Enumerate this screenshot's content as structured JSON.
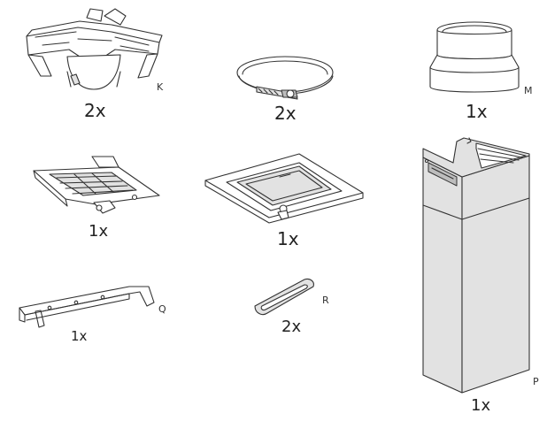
{
  "parts": {
    "k": {
      "label": "K",
      "quantity": "2x",
      "icon": "y-piece-duct-connector"
    },
    "clamp": {
      "quantity": "2x",
      "icon": "hose-clamp"
    },
    "m": {
      "label": "M",
      "quantity": "1x",
      "icon": "round-reducer-flange"
    },
    "bracket_small": {
      "quantity": "1x",
      "icon": "mounting-bracket-plate"
    },
    "frame": {
      "quantity": "1x",
      "icon": "square-mounting-frame"
    },
    "p": {
      "label": "P",
      "quantity": "1x",
      "icon": "chimney-cover-duct"
    },
    "q": {
      "label": "Q",
      "quantity": "1x",
      "icon": "wall-bracket"
    },
    "r": {
      "label": "R",
      "quantity": "2x",
      "icon": "rubber-gasket"
    }
  }
}
